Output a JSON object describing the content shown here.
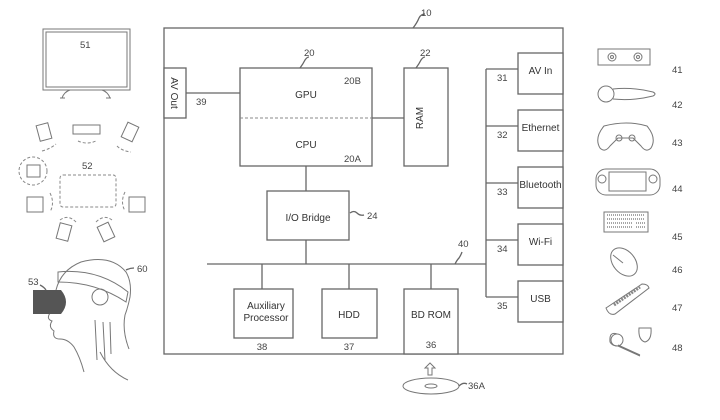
{
  "diagram": {
    "system": {
      "ref": "10"
    },
    "processor": {
      "ref": "20",
      "gpu_label": "GPU",
      "gpu_ref": "20B",
      "cpu_label": "CPU",
      "cpu_ref": "20A"
    },
    "ram": {
      "label": "RAM",
      "ref": "22"
    },
    "av_out": {
      "label": "AV Out",
      "ref": "39"
    },
    "io_bridge": {
      "label": "I/O Bridge",
      "ref": "24"
    },
    "bus": {
      "ref": "40"
    },
    "bus_devices": [
      {
        "label_line1": "Auxiliary",
        "label_line2": "Processor",
        "ref": "38"
      },
      {
        "label": "HDD",
        "ref": "37"
      },
      {
        "label": "BD ROM",
        "ref": "36"
      }
    ],
    "disc": {
      "ref": "36A"
    },
    "interfaces": [
      {
        "label": "AV In",
        "ref": "31"
      },
      {
        "label": "Ethernet",
        "ref": "32"
      },
      {
        "label": "Bluetooth",
        "ref": "33"
      },
      {
        "label": "Wi-Fi",
        "ref": "34"
      },
      {
        "label": "USB",
        "ref": "35"
      }
    ],
    "left_peripherals": [
      {
        "name": "display",
        "ref": "51"
      },
      {
        "name": "surround-speakers",
        "ref": "52"
      },
      {
        "name": "hmd",
        "ref": "53"
      },
      {
        "name": "user",
        "ref": "60"
      }
    ],
    "right_peripherals": [
      {
        "name": "camera",
        "ref": "41"
      },
      {
        "name": "motion-controller",
        "ref": "42"
      },
      {
        "name": "gamepad",
        "ref": "43"
      },
      {
        "name": "handheld-console",
        "ref": "44"
      },
      {
        "name": "keyboard",
        "ref": "45"
      },
      {
        "name": "mouse",
        "ref": "46"
      },
      {
        "name": "remote-control",
        "ref": "47"
      },
      {
        "name": "headset",
        "ref": "48"
      }
    ]
  }
}
